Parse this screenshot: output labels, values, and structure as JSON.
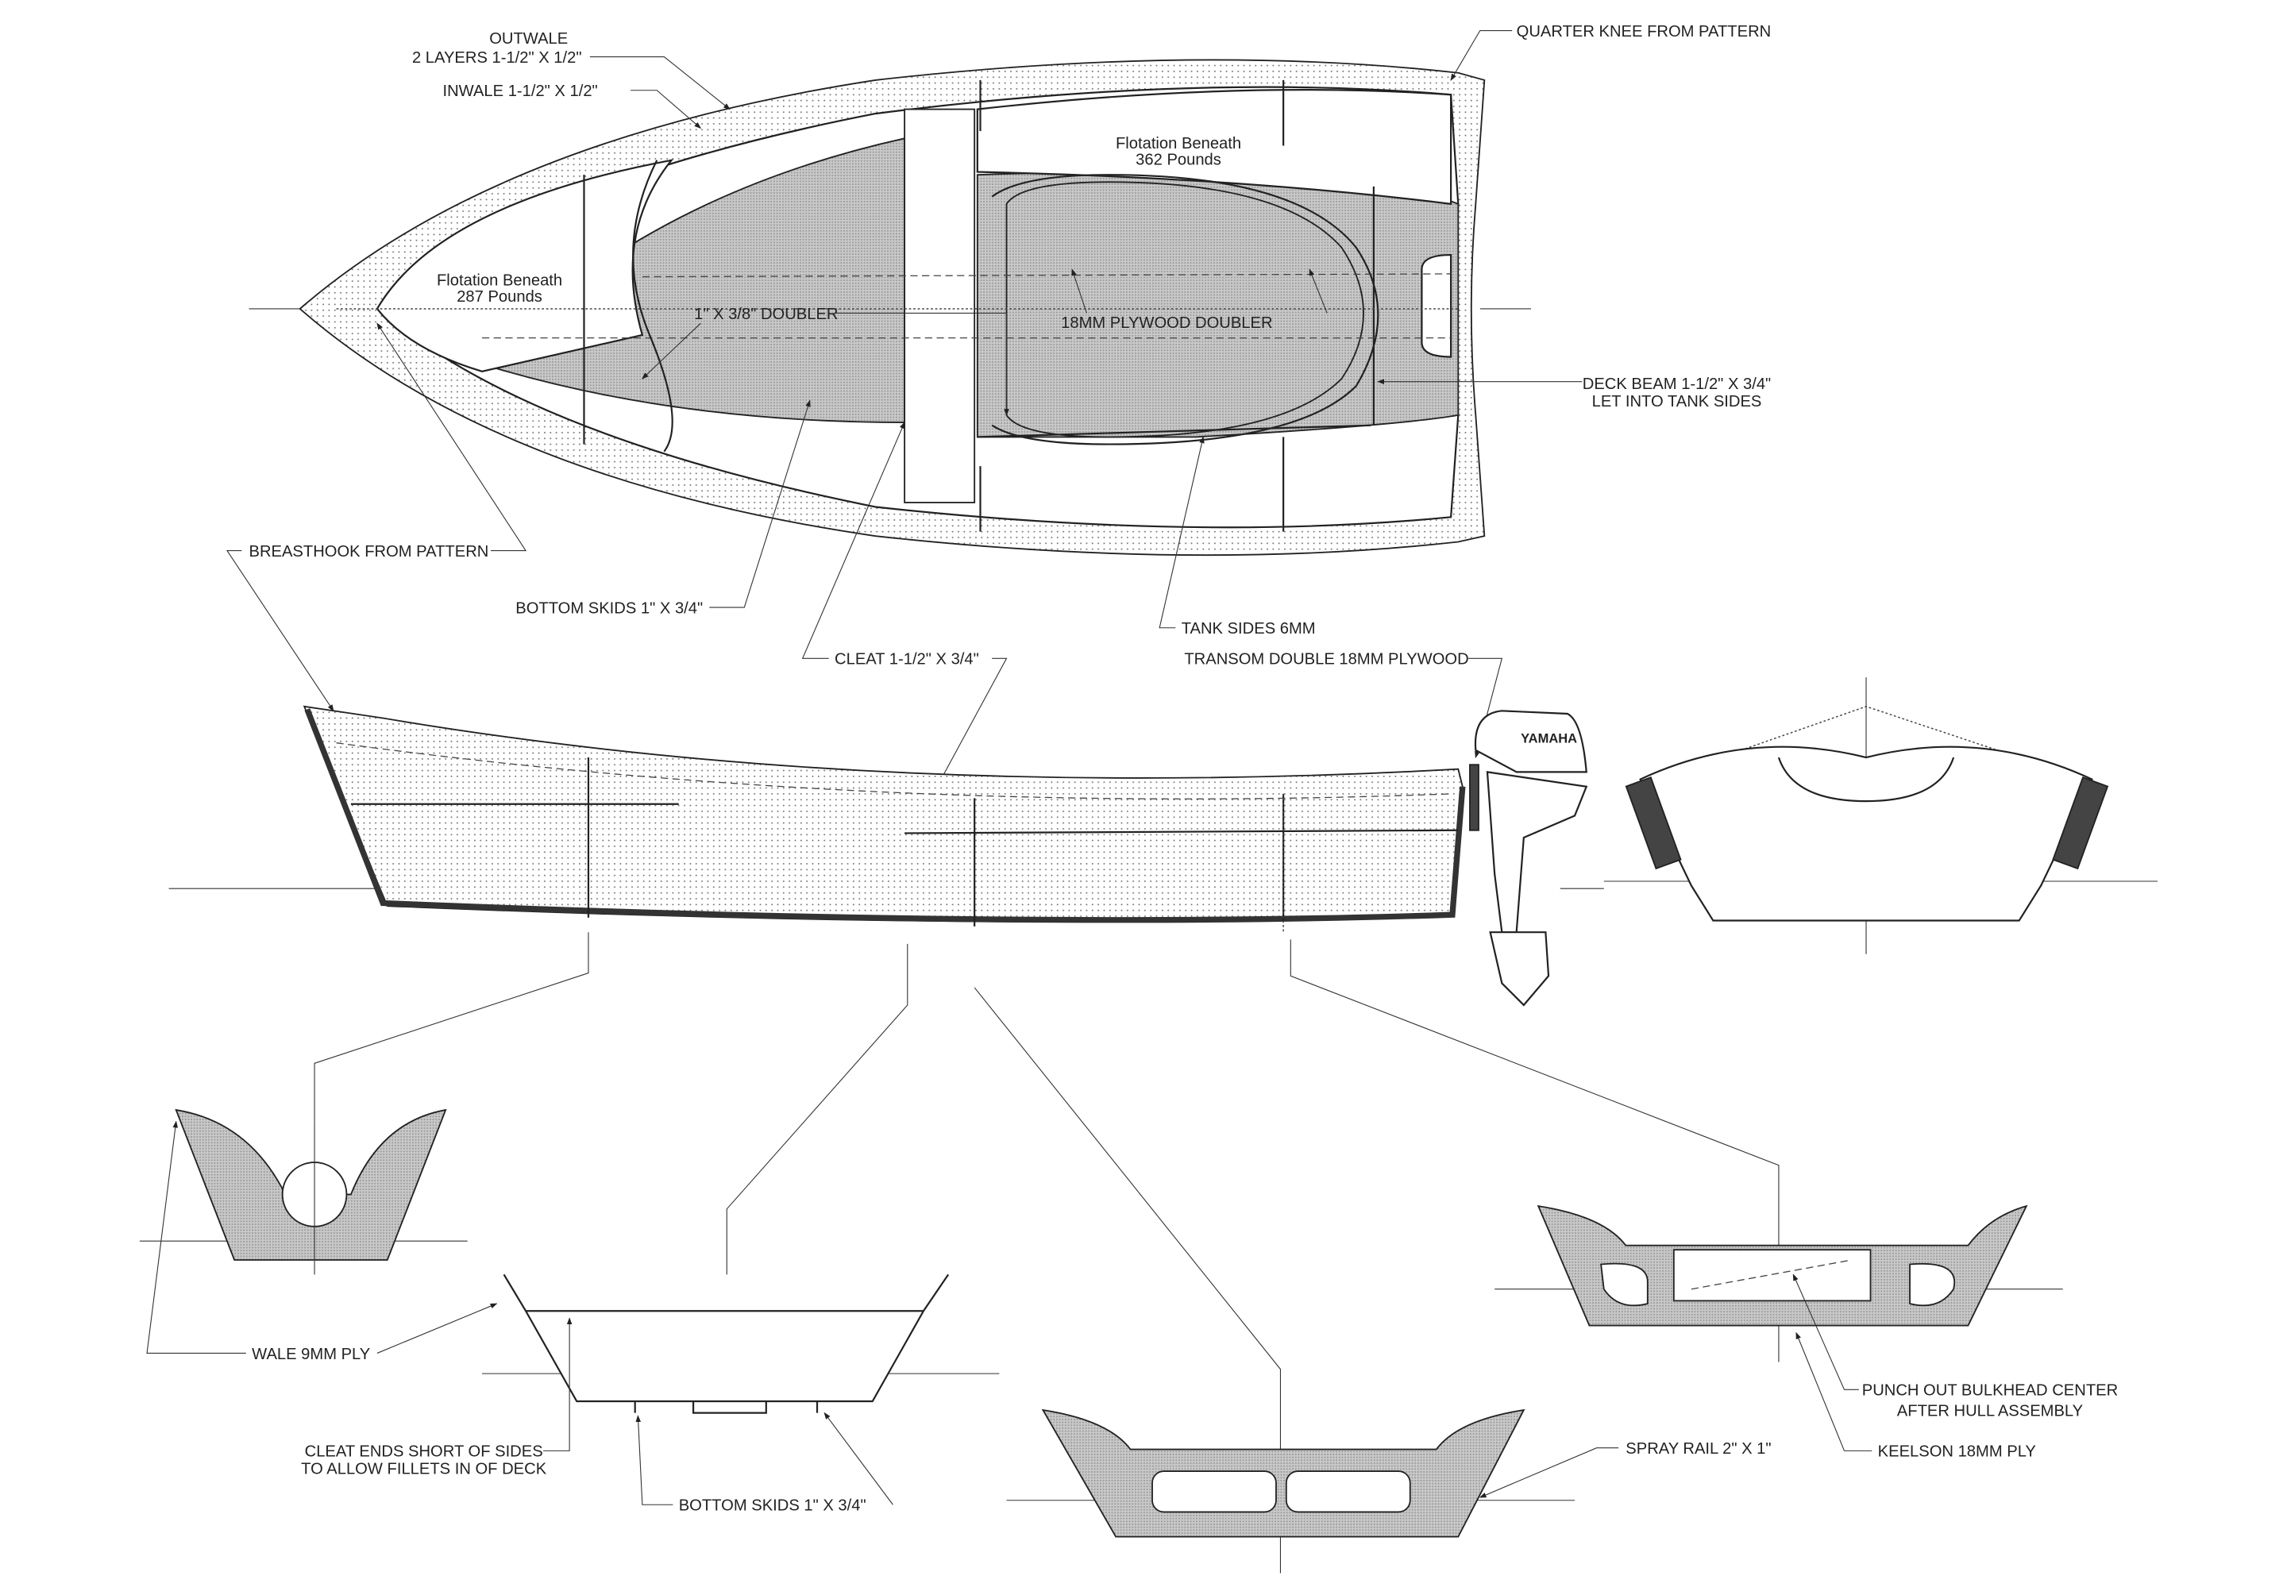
{
  "plan_view": {
    "outwale": [
      "OUTWALE",
      "2 LAYERS 1-1/2\" X 1/2\""
    ],
    "inwale": "INWALE 1-1/2\" X 1/2\"",
    "quarter_knee": "QUARTER KNEE FROM PATTERN",
    "flotation_aft": [
      "Flotation Beneath",
      "362 Pounds"
    ],
    "flotation_fwd": [
      "Flotation Beneath",
      "287 Pounds"
    ],
    "doubler": "1\" X 3/8\" DOUBLER",
    "plywood_doubler": "18MM PLYWOOD DOUBLER",
    "deck_beam": [
      "DECK BEAM 1-1/2\" X 3/4\"",
      "LET INTO TANK SIDES"
    ],
    "breasthook": "BREASTHOOK FROM PATTERN",
    "bottom_skids": "BOTTOM SKIDS 1\" X 3/4\"",
    "tank_sides": "TANK SIDES 6MM",
    "cleat": "CLEAT 1-1/2\" X 3/4\"",
    "transom": "TRANSOM DOUBLE 18MM PLYWOOD"
  },
  "profile_view": {
    "motor_brand": "YAMAHA"
  },
  "sections": {
    "wale": "WALE 9MM PLY",
    "cleat_ends": [
      "CLEAT ENDS SHORT OF SIDES",
      "TO ALLOW FILLETS IN OF DECK"
    ],
    "bottom_skids": "BOTTOM SKIDS 1\" X 3/4\"",
    "spray_rail": "SPRAY RAIL 2\" X 1\"",
    "punch_out": [
      "PUNCH OUT BULKHEAD CENTER",
      "AFTER HULL ASSEMBLY"
    ],
    "keelson": "KEELSON 18MM PLY"
  }
}
